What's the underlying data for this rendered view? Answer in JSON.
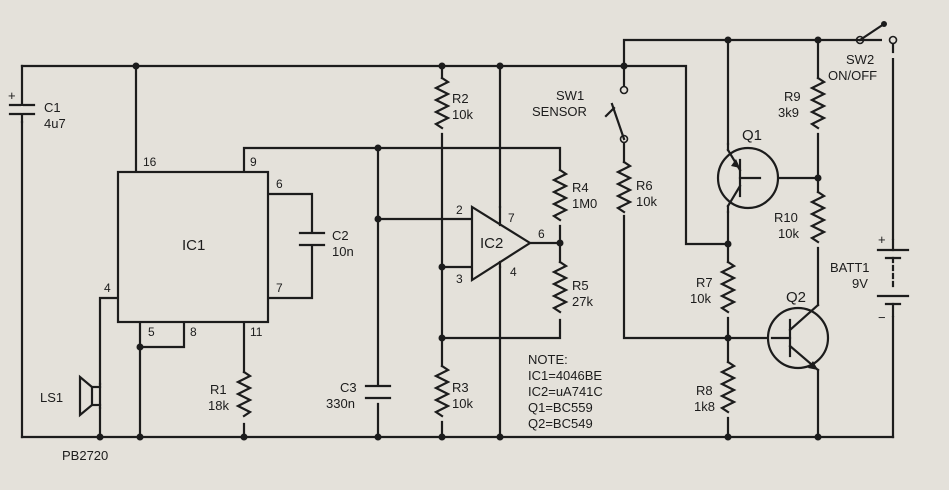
{
  "components": {
    "c1": {
      "ref": "C1",
      "value": "4u7",
      "plus": "+"
    },
    "c2": {
      "ref": "C2",
      "value": "10n"
    },
    "c3": {
      "ref": "C3",
      "value": "330n"
    },
    "ic1": {
      "ref": "IC1",
      "pins": [
        "16",
        "9",
        "6",
        "7",
        "4",
        "5",
        "8",
        "11"
      ]
    },
    "ic2": {
      "ref": "IC2",
      "pins": [
        "2",
        "3",
        "7",
        "4",
        "6"
      ]
    },
    "r1": {
      "ref": "R1",
      "value": "18k"
    },
    "r2": {
      "ref": "R2",
      "value": "10k"
    },
    "r3": {
      "ref": "R3",
      "value": "10k"
    },
    "r4": {
      "ref": "R4",
      "value": "1M0"
    },
    "r5": {
      "ref": "R5",
      "value": "27k"
    },
    "r6": {
      "ref": "R6",
      "value": "10k"
    },
    "r7": {
      "ref": "R7",
      "value": "10k"
    },
    "r8": {
      "ref": "R8",
      "value": "1k8"
    },
    "r9": {
      "ref": "R9",
      "value": "3k9"
    },
    "r10": {
      "ref": "R10",
      "value": "10k"
    },
    "q1": {
      "ref": "Q1"
    },
    "q2": {
      "ref": "Q2"
    },
    "sw1": {
      "ref": "SW1",
      "label": "SENSOR"
    },
    "sw2": {
      "ref": "SW2",
      "label": "ON/OFF"
    },
    "batt1": {
      "ref": "BATT1",
      "value": "9V",
      "plus": "+",
      "minus": "−"
    },
    "ls1": {
      "ref": "LS1"
    }
  },
  "note": {
    "title": "NOTE:",
    "lines": [
      "IC1=4046BE",
      "IC2=uA741C",
      "Q1=BC559",
      "Q2=BC549"
    ]
  },
  "diagram_id": "PB2720"
}
